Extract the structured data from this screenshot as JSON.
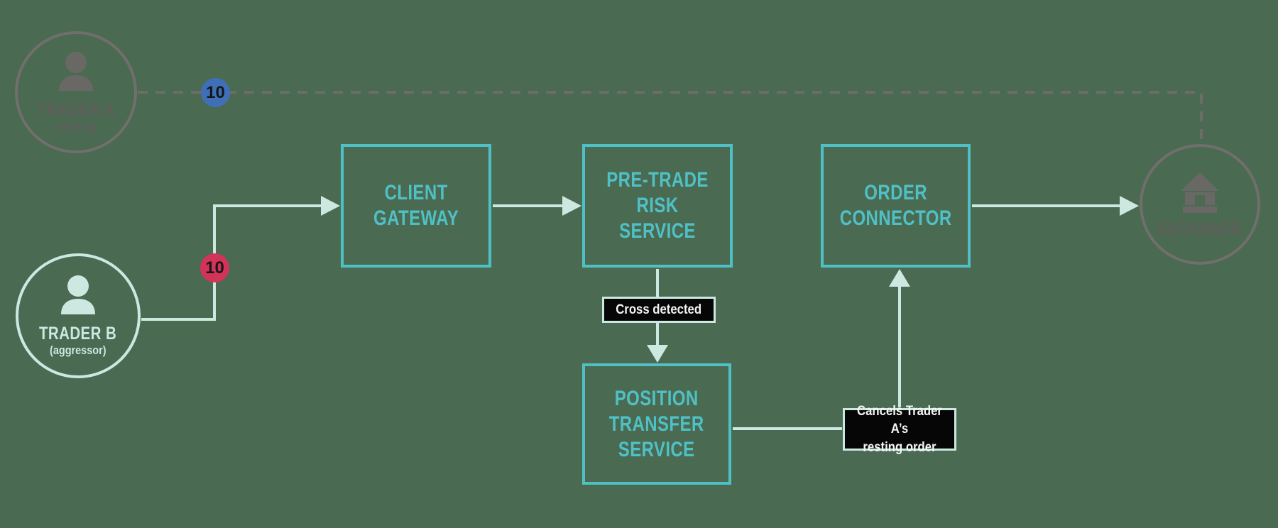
{
  "diagram": {
    "background_color": "#4a6a52",
    "accent_teal": "#4fc1c6",
    "line_mint": "#cde8e1",
    "muted_gray": "#716f6c",
    "badge_blue": "#3f6fb6",
    "badge_red": "#d23359",
    "nodes": {
      "trader_a": {
        "title": "TRADER A",
        "subtitle": "(resting)"
      },
      "trader_b": {
        "title": "TRADER B",
        "subtitle": "(aggressor)"
      },
      "client_gateway": {
        "title": "CLIENT\nGATEWAY"
      },
      "pre_trade_risk": {
        "title": "PRE-TRADE\nRISK SERVICE"
      },
      "order_connector": {
        "title": "ORDER\nCONNECTOR"
      },
      "position_transfer": {
        "title": "POSITION\nTRANSFER\nSERVICE"
      },
      "exchange": {
        "title": "EXCHANGE"
      }
    },
    "badges": {
      "trader_a_order_qty": "10",
      "trader_b_order_qty": "10"
    },
    "annotations": {
      "cross_detected": "Cross detected",
      "cancel_note": "Cancels Trader A’s\nresting order"
    }
  }
}
